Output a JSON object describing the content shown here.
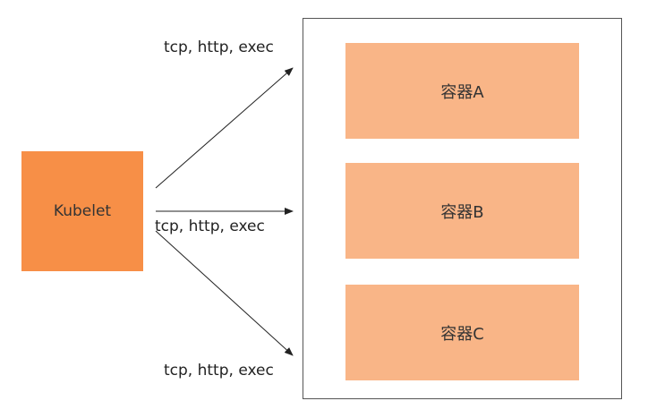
{
  "kubelet": {
    "label": "Kubelet"
  },
  "pod": {
    "containers": [
      {
        "label": "容器A"
      },
      {
        "label": "容器B"
      },
      {
        "label": "容器C"
      }
    ]
  },
  "probes": {
    "top_label": "tcp, http, exec",
    "middle_label": "tcp, http, exec",
    "bottom_label": "tcp, http, exec"
  },
  "colors": {
    "kubelet": "#f78f47",
    "container": "#f9b587",
    "arrow": "#222222"
  }
}
